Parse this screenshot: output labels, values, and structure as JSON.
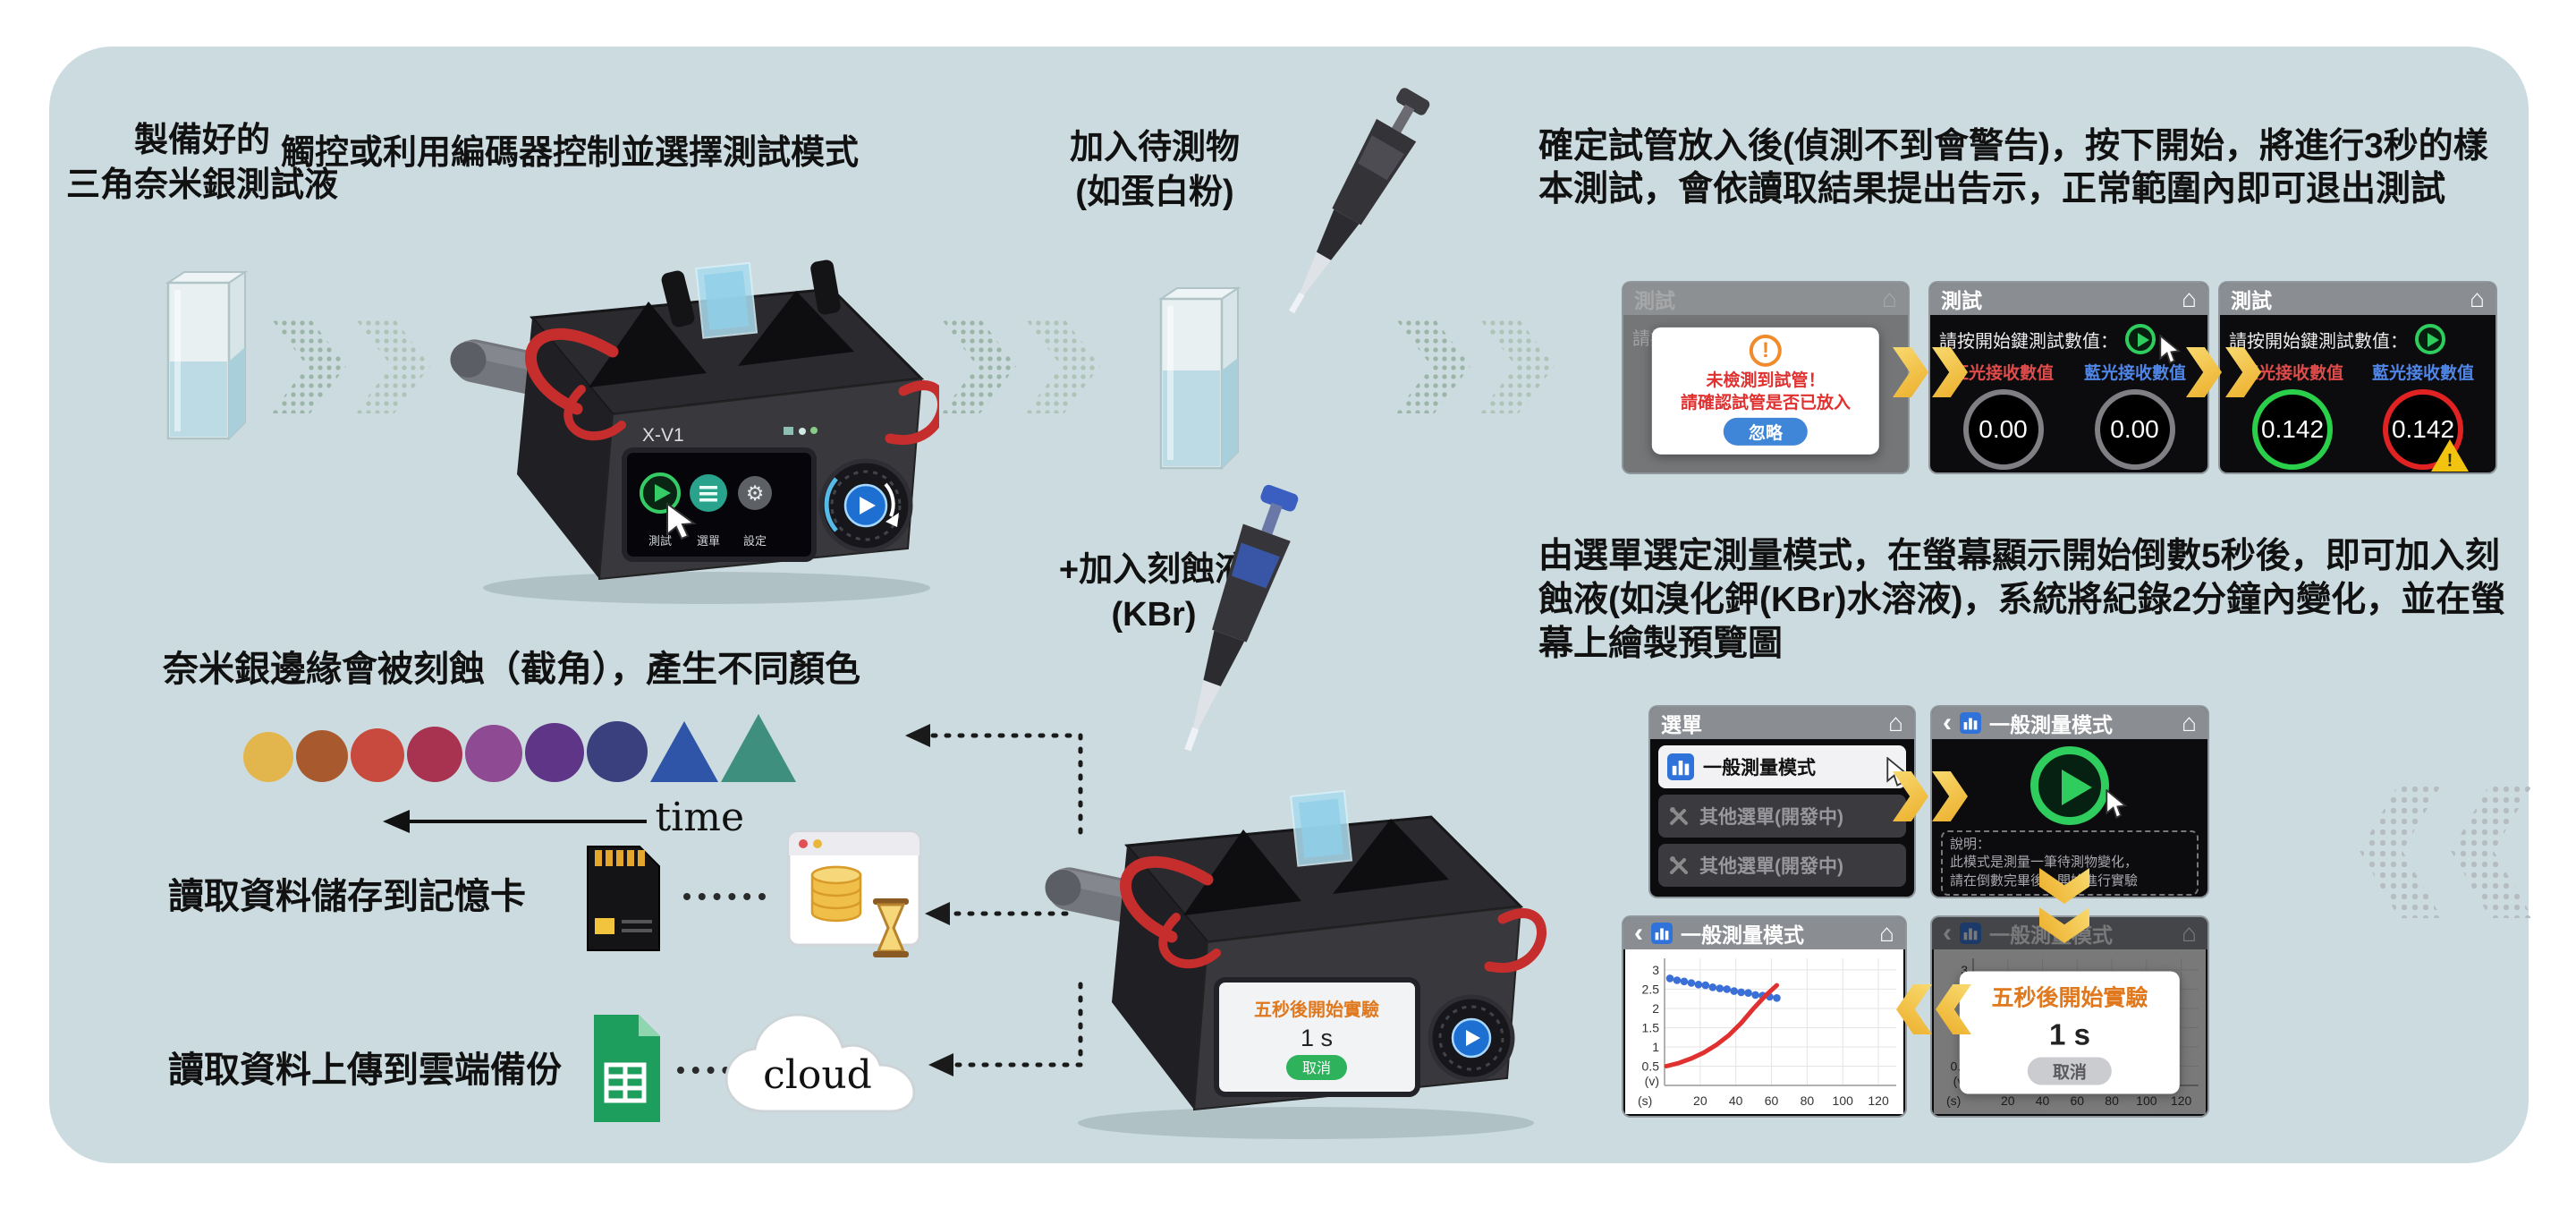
{
  "colors": {
    "panel_bg": "#cbdbdf",
    "accent_green": "#2fcc5e",
    "accent_yellow": "#edb32a",
    "warning_orange": "#f08a2a",
    "error_red": "#e03030",
    "info_blue": "#3f86d8",
    "red_label": "#e04b4b",
    "blue_label": "#4f86e8"
  },
  "labels": {
    "step1_line1": "製備好的",
    "step1_line2": "三角奈米銀測試液",
    "step2": "觸控或利用編碼器控制並選擇測試模式",
    "step3_line1": "加入待測物",
    "step3_line2": "(如蛋白粉)",
    "para_test": "確定試管放入後(偵測不到會警告)，按下開始，將進行3秒的樣本測試，會依讀取結果提出告示，正常範圍內即可退出測試",
    "para_measure": "由選單選定測量模式，在螢幕顯示開始倒數5秒後，即可加入刻蝕液(如溴化鉀(KBr)水溶液)，系統將紀錄2分鐘內變化，並在螢幕上繪製預覽圖",
    "etch_line1": "+加入刻蝕液",
    "etch_line2": "(KBr)",
    "color_note": "奈米銀邊緣會被刻蝕（截角），產生不同顏色",
    "time": "time",
    "sd": "讀取資料儲存到記憶卡",
    "cloud_backup": "讀取資料上傳到雲端備份",
    "cloud": "cloud"
  },
  "device1": {
    "model": "X-V1",
    "btn_test": "測試",
    "btn_menu": "選單",
    "btn_settings": "設定"
  },
  "device2": {
    "dialog_title": "五秒後開始實驗",
    "countdown": "1 s",
    "button": "取消"
  },
  "screens": {
    "warning": {
      "title": "測試",
      "line1": "未檢測到試管！",
      "line2": "請確認試管是否已放入",
      "button": "忽略"
    },
    "test_idle": {
      "title": "測試",
      "prompt": "請按開始鍵測試數值：",
      "red_label": "紅光接收數值",
      "blue_label": "藍光接收數值",
      "red_value": "0.00",
      "blue_value": "0.00"
    },
    "test_result": {
      "title": "測試",
      "prompt": "請按開始鍵測試數值：",
      "red_label": "紅光接收數值",
      "blue_label": "藍光接收數值",
      "red_value": "0.142",
      "blue_value": "0.142"
    },
    "menu": {
      "title": "選單",
      "item1": "一般測量模式",
      "item2": "其他選單(開發中)",
      "item3": "其他選單(開發中)"
    },
    "mode": {
      "title": "一般測量模式",
      "desc1": "說明：",
      "desc2": "此模式是測量一筆待測物變化，",
      "desc3": "請在倒數完畢後，開始進行實驗"
    },
    "chart": {
      "title": "一般測量模式"
    },
    "countdown": {
      "title": "一般測量模式",
      "dialog_title": "五秒後開始實驗",
      "countdown": "1 s",
      "button": "取消"
    }
  },
  "colors_sequence": [
    {
      "shape": "circle",
      "color": "#e3b64d",
      "size": 56
    },
    {
      "shape": "circle",
      "color": "#a85a2e",
      "size": 58
    },
    {
      "shape": "circle",
      "color": "#c84a3e",
      "size": 60
    },
    {
      "shape": "circle",
      "color": "#a83350",
      "size": 62
    },
    {
      "shape": "circle",
      "color": "#8e4a92",
      "size": 64
    },
    {
      "shape": "circle",
      "color": "#5f3588",
      "size": 66
    },
    {
      "shape": "circle",
      "color": "#3a3f7e",
      "size": 68
    },
    {
      "shape": "triangle",
      "color": "#2f55a8",
      "size": 76
    },
    {
      "shape": "triangle",
      "color": "#3f8f7e",
      "size": 84
    }
  ],
  "chart_data": {
    "type": "scatter",
    "xlabel": "(s)",
    "ylabel": "(v)",
    "x_ticks": [
      20,
      40,
      60,
      80,
      100,
      120
    ],
    "y_ticks": [
      0.5,
      1,
      1.5,
      2,
      2.5,
      3
    ],
    "xlim": [
      0,
      130
    ],
    "ylim": [
      0,
      3.3
    ],
    "series": [
      {
        "name": "blue_dots",
        "type": "scatter",
        "color": "#3a6fd8",
        "points": [
          [
            3,
            2.78
          ],
          [
            7,
            2.73
          ],
          [
            11,
            2.7
          ],
          [
            15,
            2.66
          ],
          [
            19,
            2.62
          ],
          [
            23,
            2.6
          ],
          [
            27,
            2.55
          ],
          [
            31,
            2.52
          ],
          [
            35,
            2.5
          ],
          [
            39,
            2.45
          ],
          [
            43,
            2.42
          ],
          [
            47,
            2.4
          ],
          [
            51,
            2.35
          ],
          [
            55,
            2.33
          ],
          [
            59,
            2.3
          ],
          [
            63,
            2.27
          ]
        ]
      },
      {
        "name": "red_curve",
        "type": "line",
        "color": "#e03030",
        "points": [
          [
            1,
            0.5
          ],
          [
            8,
            0.58
          ],
          [
            15,
            0.7
          ],
          [
            22,
            0.85
          ],
          [
            29,
            1.05
          ],
          [
            36,
            1.3
          ],
          [
            43,
            1.62
          ],
          [
            50,
            2.0
          ],
          [
            57,
            2.35
          ],
          [
            63,
            2.6
          ]
        ]
      }
    ]
  }
}
